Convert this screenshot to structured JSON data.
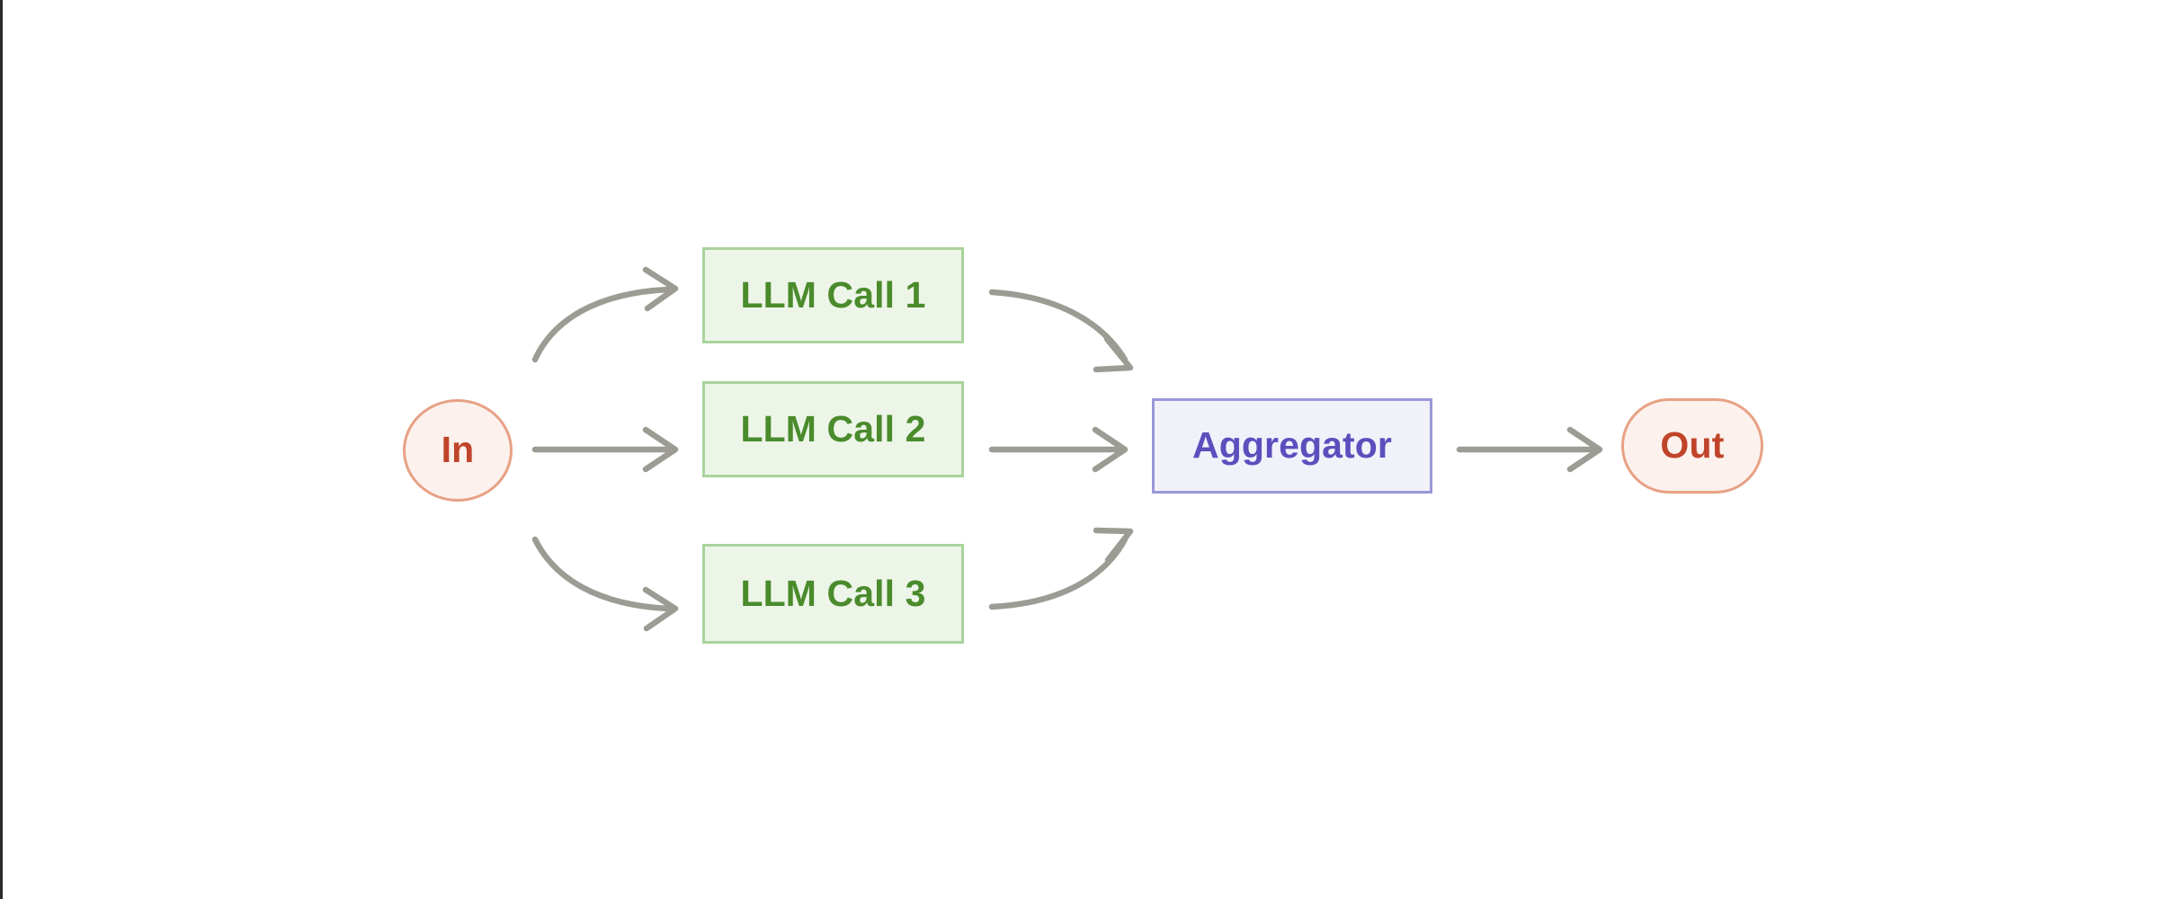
{
  "diagram": {
    "type": "flowchart",
    "orientation": "left-to-right",
    "background_color": "#ffffff",
    "nodes": [
      {
        "id": "in",
        "label": "In",
        "shape": "circle",
        "fill_color": "#fcf1ec",
        "border_color": "#e7a185",
        "text_color": "#c0442a"
      },
      {
        "id": "llm-call-1",
        "label": "LLM Call 1",
        "shape": "rectangle",
        "fill_color": "#edf5e8",
        "border_color": "#a9d49c",
        "text_color": "#4a8b2c"
      },
      {
        "id": "llm-call-2",
        "label": "LLM Call 2",
        "shape": "rectangle",
        "fill_color": "#edf5e8",
        "border_color": "#a9d49c",
        "text_color": "#4a8b2c"
      },
      {
        "id": "llm-call-3",
        "label": "LLM Call 3",
        "shape": "rectangle",
        "fill_color": "#edf5e8",
        "border_color": "#a9d49c",
        "text_color": "#4a8b2c"
      },
      {
        "id": "aggregator",
        "label": "Aggregator",
        "shape": "rectangle",
        "fill_color": "#f1f1fa",
        "border_color": "#9a98d8",
        "text_color": "#5b4fbd"
      },
      {
        "id": "out",
        "label": "Out",
        "shape": "stadium",
        "fill_color": "#fcf1ec",
        "border_color": "#e7a185",
        "text_color": "#c0442a"
      }
    ],
    "edges": [
      {
        "id": "in-to-call-1",
        "from": "in",
        "to": "llm-call-1",
        "style": "curved",
        "label": "",
        "color": "#9c9c94"
      },
      {
        "id": "in-to-call-2",
        "from": "in",
        "to": "llm-call-2",
        "style": "straight",
        "label": "",
        "color": "#9c9c94"
      },
      {
        "id": "in-to-call-3",
        "from": "in",
        "to": "llm-call-3",
        "style": "curved",
        "label": "",
        "color": "#9c9c94"
      },
      {
        "id": "call-1-to-aggregator",
        "from": "llm-call-1",
        "to": "aggregator",
        "style": "curved",
        "label": "",
        "color": "#9c9c94"
      },
      {
        "id": "call-2-to-aggregator",
        "from": "llm-call-2",
        "to": "aggregator",
        "style": "straight",
        "label": "",
        "color": "#9c9c94"
      },
      {
        "id": "call-3-to-aggregator",
        "from": "llm-call-3",
        "to": "aggregator",
        "style": "curved",
        "label": "",
        "color": "#9c9c94"
      },
      {
        "id": "aggregator-to-out",
        "from": "aggregator",
        "to": "out",
        "style": "straight",
        "label": "",
        "color": "#9c9c94"
      }
    ]
  }
}
